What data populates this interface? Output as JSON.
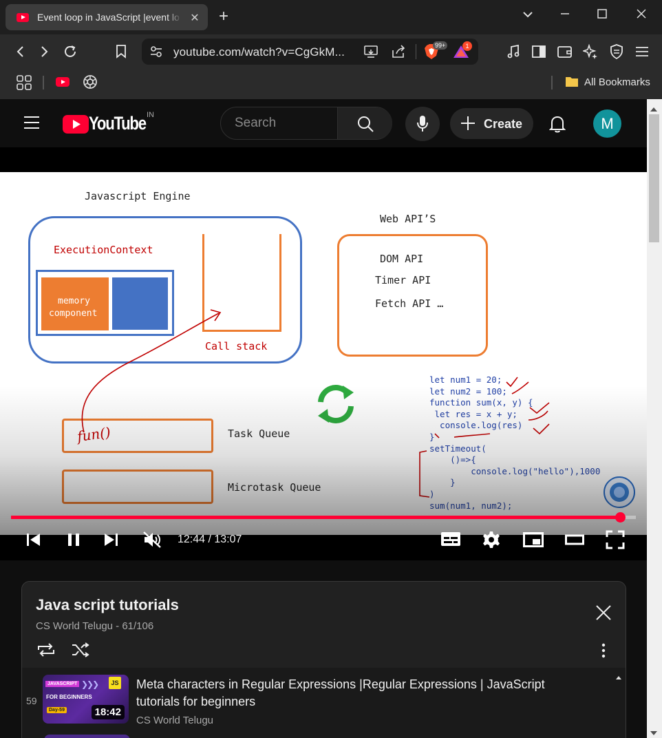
{
  "browser": {
    "tab_title": "Event loop in JavaScript |event lo",
    "url": "youtube.com/watch?v=CgGkM...",
    "shield_badge": "99+",
    "rewards_badge": "1",
    "bookmarks_label": "All Bookmarks"
  },
  "youtube": {
    "logo_text": "YouTube",
    "country": "IN",
    "search_placeholder": "Search",
    "create_label": "Create",
    "avatar_letter": "M"
  },
  "slide": {
    "engine_label": "Javascript Engine",
    "execution_context": "ExecutionContext",
    "memory_line1": "memory",
    "memory_line2": "component",
    "call_stack": "Call stack",
    "web_apis": "Web API’S",
    "dom_api": "DOM API",
    "timer_api": "Timer API",
    "fetch_api": "Fetch API …",
    "task_queue": "Task Queue",
    "microtask_queue": "Microtask Queue",
    "handwritten": "fun()",
    "code_lines": [
      "let num1 = 20;",
      "let num2 = 100;",
      "function sum(x, y) {",
      " let res = x + y;",
      "  console.log(res)",
      "}",
      "setTimeout(",
      "    ()=>{",
      "        console.log(\"hello\"),1000",
      "    }",
      ")",
      "sum(num1, num2);"
    ]
  },
  "player": {
    "time_current": "12:44",
    "time_total": "13:07",
    "time_display": "12:44 / 13:07",
    "progress": 0.9746
  },
  "playlist": {
    "title": "Java script tutorials",
    "subtitle": "CS World Telugu - 61/106",
    "items": [
      {
        "index": "59",
        "title": "Meta characters in Regular Expressions |Regular Expressions | JavaScript tutorials for beginners",
        "channel": "CS World Telugu",
        "duration": "18:42",
        "thumb_tag": "JAVASCRIPT",
        "thumb_sub": "FOR BEGINNERS",
        "thumb_day": "Day-59",
        "thumb_js": "JS"
      }
    ]
  },
  "colors": {
    "accent_red": "#ff0033",
    "slide_blue": "#4472c4",
    "slide_orange": "#ed7d31",
    "slide_red": "#c00000",
    "avatar": "#11939b"
  }
}
